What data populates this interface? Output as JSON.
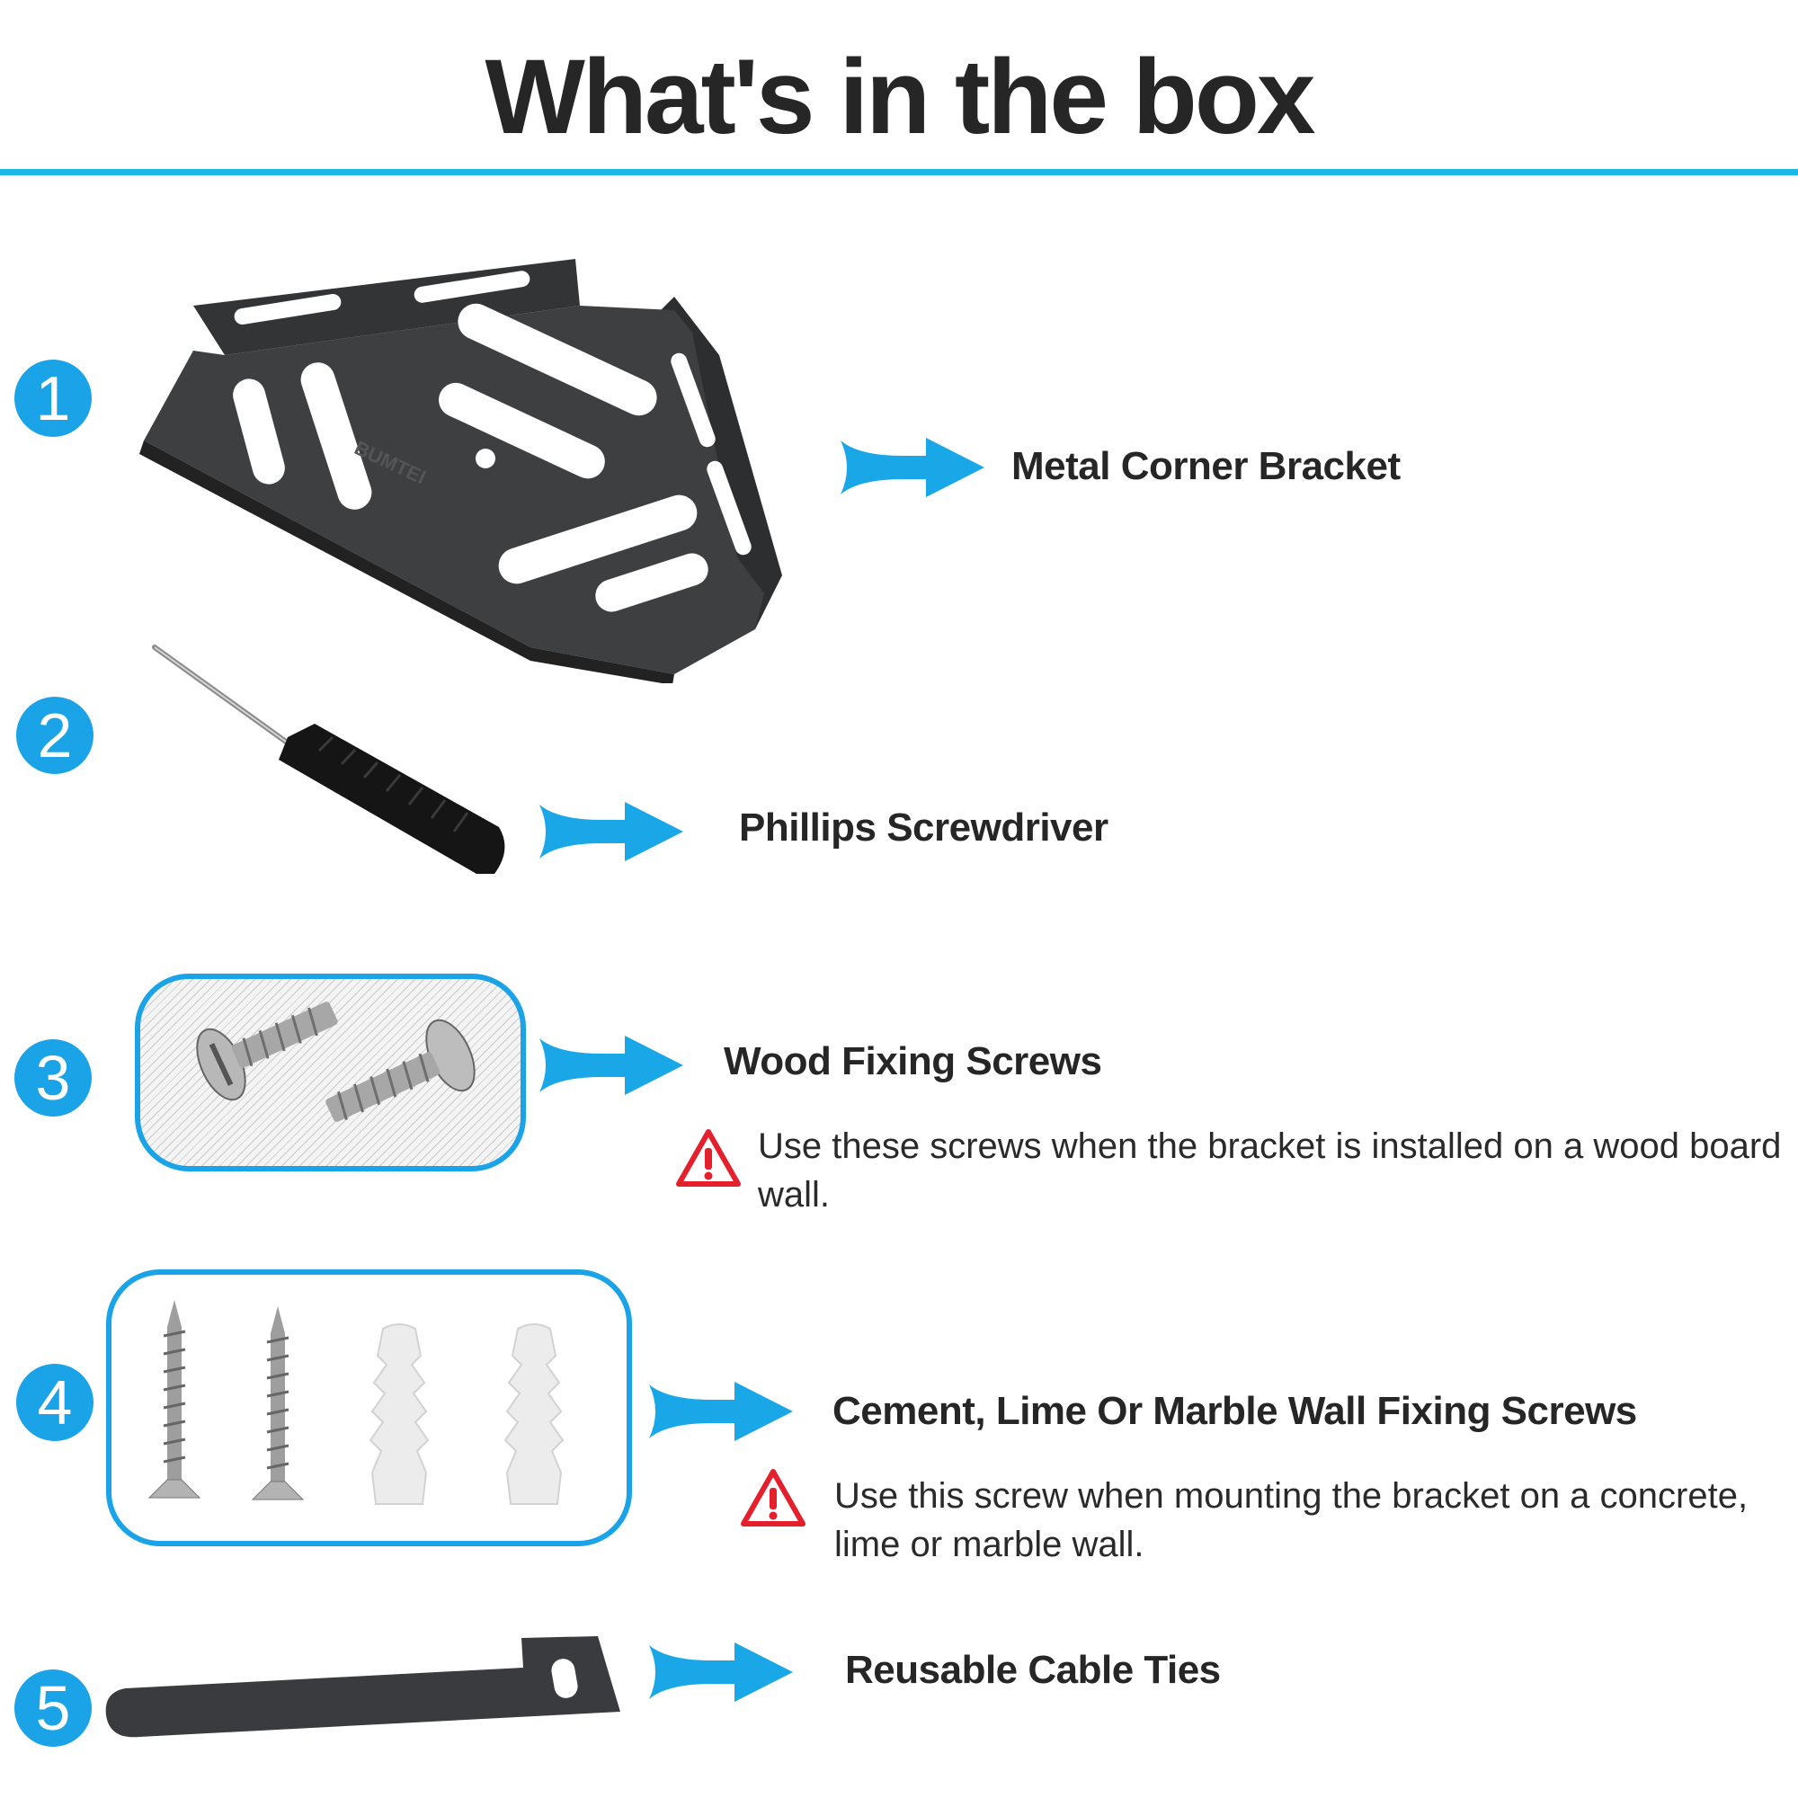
{
  "title": "What's in the box",
  "colors": {
    "accent": "#1cb6e6",
    "badge": "#1aa3e6",
    "warning": "#e3202b",
    "metal": "#3c3d3f"
  },
  "items": [
    {
      "number": "1",
      "label": "Metal Corner Bracket",
      "icon": "corner-bracket"
    },
    {
      "number": "2",
      "label": "Phillips Screwdriver",
      "icon": "screwdriver"
    },
    {
      "number": "3",
      "label": "Wood Fixing Screws",
      "icon": "wood-screws",
      "note": "Use these screws when the bracket is installed on a wood board wall."
    },
    {
      "number": "4",
      "label": "Cement, Lime Or Marble Wall Fixing Screws",
      "icon": "wall-screws-anchors",
      "note": "Use this screw when mounting the bracket on a concrete, lime or marble wall."
    },
    {
      "number": "5",
      "label": "Reusable Cable Ties",
      "icon": "cable-tie"
    }
  ],
  "bracket_brand_mark": "BUMTEI"
}
